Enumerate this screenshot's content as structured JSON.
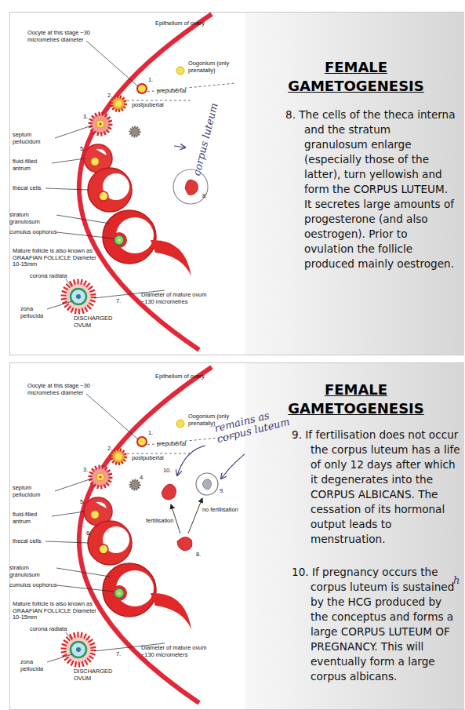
{
  "diagram": {
    "nodes": [
      {
        "text": [
          "FEMALE GAMETOGENESIS",
          "8. The cells of the theca interna and the stratum granulosum enlarge (especially those of the latter), turn yellowish and form the CORPUS LUTEUM. It secretes large amounts of progesterone (and also oestrogen). Prior to ovulation the follicle produced mainly oestrogen."
        ]
      },
      {
        "text": [
          "FEMALE GAMETOGENESIS",
          "9. If fertilisation does not occur the corpus luteum has a life of only 12 days after which it degenerates into the CORPUS ALBICANS. The cessation of its hormonal output leads to menstruation.",
          "10. If pregnancy occurs the corpus luteum is sustained by the HCG produced by the conceptus and forms a large CORPUS LUTEUM OF PREGNANCY. This will eventually form a large corpus albicans."
        ]
      }
    ],
    "labels": [
      "Oocyte at this stage ~30 micrometres diameter",
      "Epithelium of ovary",
      "Oogonium (only prenatally)",
      "1.",
      "prepubertal",
      "2.",
      "postpubertal",
      "3.",
      "septum pellucidum",
      "5.",
      "fluid-filled antrum",
      "thecal cells",
      "stratum granulosum",
      "cumulus oophorus",
      "Mature follicle is also known as GRAAFIAN FOLLICLE Diameter 10-15mm",
      "corona radiata",
      "zona pellucida",
      "DISCHARGED OVUM",
      "7.",
      "Diameter of mature ovum ~130 micrometres",
      "8.",
      "corpus luteum",
      "Oocyte at this stage ~30 micrometres diameter",
      "Epithelium of ovary",
      "Oogonium (only prenatally)",
      "1.",
      "prepubertal",
      "2.",
      "postpubertal",
      "10.",
      "3.",
      "4.",
      "9.",
      "septum pellucidum",
      "fertilisation",
      "no fertilisation",
      "5.",
      "fluid-filled antrum",
      "8.",
      "thecal cells",
      "6.",
      "stratum granulosum",
      "cumulus oophorus",
      "Mature follicle is also known as GRAAFIAN FOLLICLE Diameter 10-15mm",
      "corona radiata",
      "7.",
      "Diameter of mature ovum ~130 micrometers",
      "zona pellucida",
      "DISCHARGED OVUM",
      "remains as corpus luteum",
      "h"
    ]
  }
}
